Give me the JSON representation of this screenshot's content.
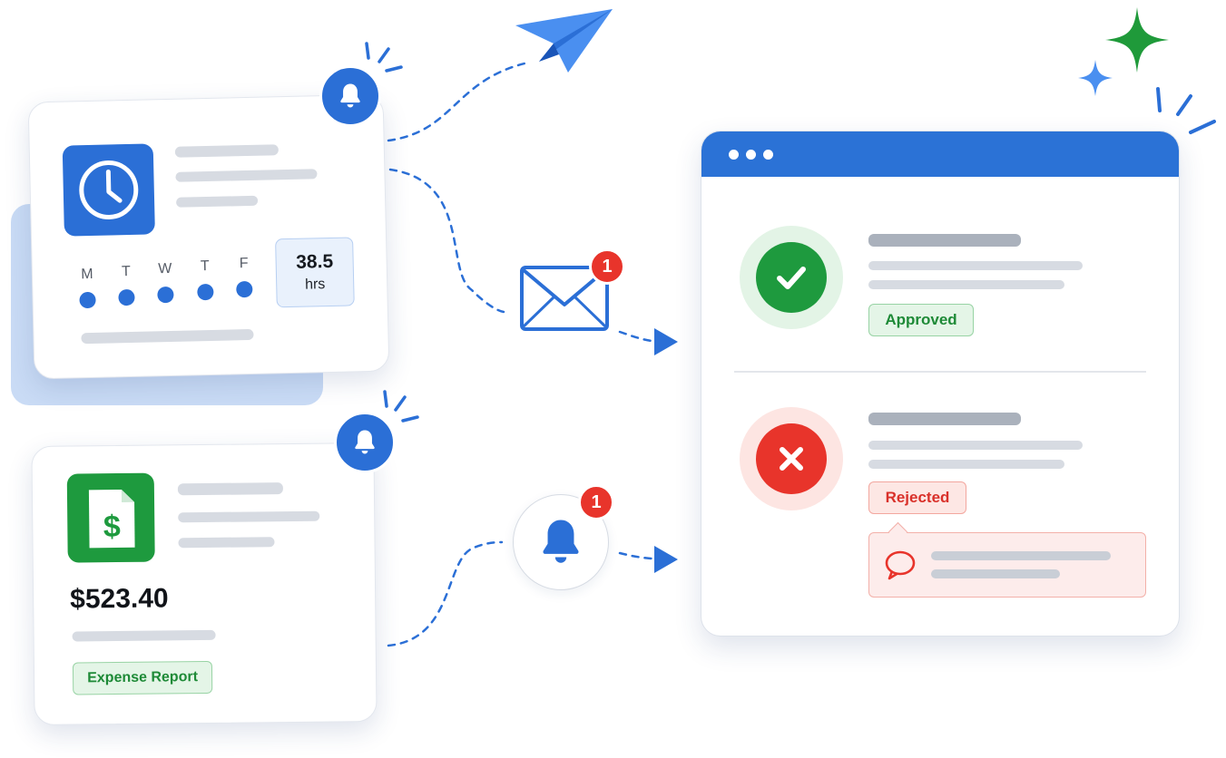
{
  "timesheet": {
    "days": [
      "M",
      "T",
      "W",
      "T",
      "F"
    ],
    "hours_value": "38.5",
    "hours_unit": "hrs"
  },
  "expense": {
    "amount": "$523.40",
    "tag": "Expense Report"
  },
  "review_window": {
    "approved_label": "Approved",
    "rejected_label": "Rejected"
  },
  "notifications": {
    "mail_count": "1",
    "bell_count": "1"
  },
  "colors": {
    "brand_blue": "#2b6fd6",
    "approve_green": "#1e9a3e",
    "reject_red": "#e8342b",
    "sparkle_green": "#1f9a3a"
  },
  "icons": [
    "clock-icon",
    "bell-icon",
    "document-dollar-icon",
    "paper-plane-icon",
    "mail-icon",
    "check-icon",
    "close-icon",
    "comment-icon",
    "sparkle-icon"
  ]
}
